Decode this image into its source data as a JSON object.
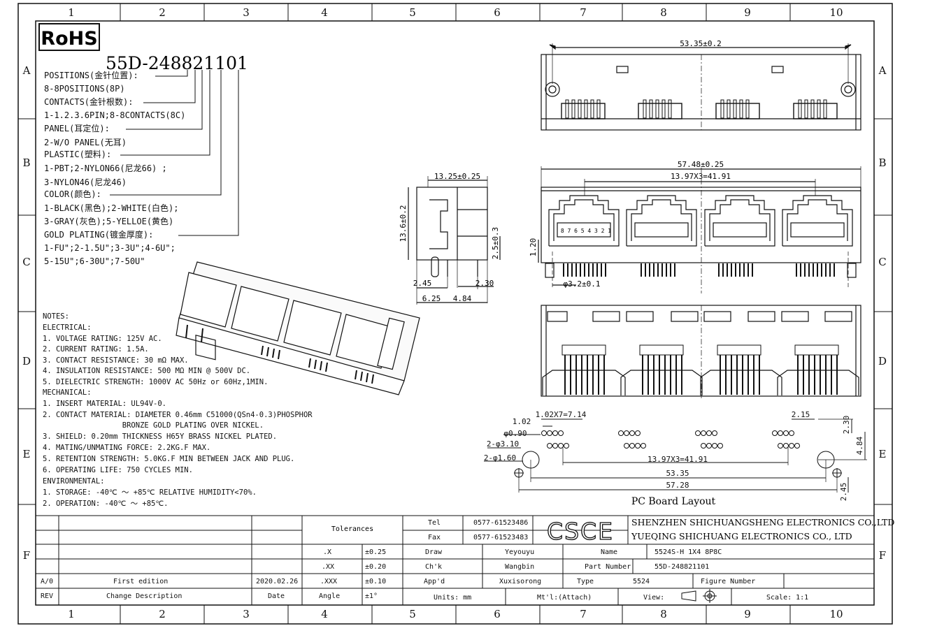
{
  "grid": {
    "columns": [
      "1",
      "2",
      "3",
      "4",
      "5",
      "6",
      "7",
      "8",
      "9",
      "10"
    ],
    "rows": [
      "A",
      "B",
      "C",
      "D",
      "E",
      "F"
    ]
  },
  "logo": "RoHS",
  "part_code": "55D-248821101",
  "legend": [
    "POSITIONS(金针位置):",
    "8-8POSITIONS(8P)",
    "CONTACTS(金针根数):",
    "1-1.2.3.6PIN;8-8CONTACTS(8C)",
    "PANEL(耳定位):",
    "2-W/O PANEL(无耳)",
    "PLASTIC(塑料):",
    "1-PBT;2-NYLON66(尼龙66) ;",
    "3-NYLON46(尼龙46)",
    "COLOR(颜色):",
    "1-BLACK(黑色);2-WHITE(白色);",
    "3-GRAY(灰色);5-YELLOE(黄色)",
    "GOLD PLATING(镀金厚度):",
    "1-FU\";2-1.5U\";3-3U\";4-6U\";",
    "5-15U\";6-30U\";7-50U\""
  ],
  "notes": [
    "NOTES:",
    "ELECTRICAL:",
    "1. VOLTAGE RATING: 125V AC.",
    "2. CURRENT RATING: 1.5A.",
    "3. CONTACT RESISTANCE: 30 mΩ MAX.",
    "4. INSULATION RESISTANCE: 500 MΩ MIN @ 500V DC.",
    "5. DIELECTRIC STRENGTH: 1000V AC 50Hz or 60Hz,1MIN.",
    "MECHANICAL:",
    "1. INSERT MATERIAL: UL94V-0.",
    "2. CONTACT MATERIAL: DIAMETER 0.46mm C51000(QSn4-0.3)PHOSPHOR",
    "                  BRONZE GOLD PLATING OVER NICKEL.",
    "3. SHIELD: 0.20mm THICKNESS H65Y BRASS NICKEL PLATED.",
    "4. MATING/UNMATING FORCE: 2.2KG.F MAX.",
    "5. RETENTION STRENGTH: 5.0KG.F MIN BETWEEN JACK AND PLUG.",
    "6. OPERATING LIFE: 750 CYCLES MIN.",
    "ENVIRONMENTAL:",
    "1. STORAGE: -40℃ ～ +85℃ RELATIVE HUMIDITY<70%.",
    "2. OPERATION: -40℃ ～ +85℃."
  ],
  "dims": {
    "top_width": "53.35±0.2",
    "side_width": "13.25±0.25",
    "side_height": "13.6±0.2",
    "side_small": "2.5±0.3",
    "side_b1": "2.45",
    "side_b2": "2.30",
    "side_b3": "6.25",
    "side_b4": "4.84",
    "front_width": "57.48±0.25",
    "front_pitch": "13.97X3=41.91",
    "front_h": "1.20",
    "front_hole": "φ3.2±0.1",
    "front_pins": "8 7 6 5 4 3 2 1",
    "pcb_pitch": "1.02X7=7.14",
    "pcb_102": "1.02",
    "pcb_090": "φ0.90",
    "pcb_310": "2-φ3.10",
    "pcb_160": "2-φ1.60",
    "pcb_mid": "13.97X3=41.91",
    "pcb_5335": "53.35",
    "pcb_5728": "57.28",
    "pcb_215": "2.15",
    "pcb_230": "2.30",
    "pcb_484": "4.84",
    "pcb_245": "2.45",
    "pcb_title": "PC Board Layout"
  },
  "title_block": {
    "tolerances": "Tolerances",
    "tol_rows": [
      {
        "k": ".X",
        "v": "±0.25"
      },
      {
        "k": ".XX",
        "v": "±0.20"
      },
      {
        "k": ".XXX",
        "v": "±0.10"
      },
      {
        "k": "Angle",
        "v": "±1°"
      }
    ],
    "tel_label": "Tel",
    "tel": "0577-61523486",
    "fax_label": "Fax",
    "fax": "0577-61523483",
    "company_logo": "CSCE",
    "company1": "SHENZHEN SHICHUANGSHENG ELECTRONICS CO.,LTD",
    "company2": "YUEQING SHICHUANG ELECTRONICS CO., LTD",
    "draw_label": "Draw",
    "draw": "Yeyouyu",
    "chk_label": "Ch'k",
    "chk": "Wangbin",
    "app_label": "App'd",
    "app": "Xuxisorong",
    "name_label": "Name",
    "name": "5524S-H 1X4 8P8C",
    "pn_label": "Part Number",
    "pn": "55D-248821101",
    "type_label": "Type",
    "type": "5524",
    "fig_label": "Figure Number",
    "units": "Units: mm",
    "mtl": "Mt'l:(Attach)",
    "view": "View:",
    "scale": "Scale: 1:1",
    "rev_code": "A/0",
    "rev_desc": "First edition",
    "rev_date": "2020.02.26",
    "rev_h1": "REV",
    "rev_h2": "Change Description",
    "rev_h3": "Date"
  }
}
